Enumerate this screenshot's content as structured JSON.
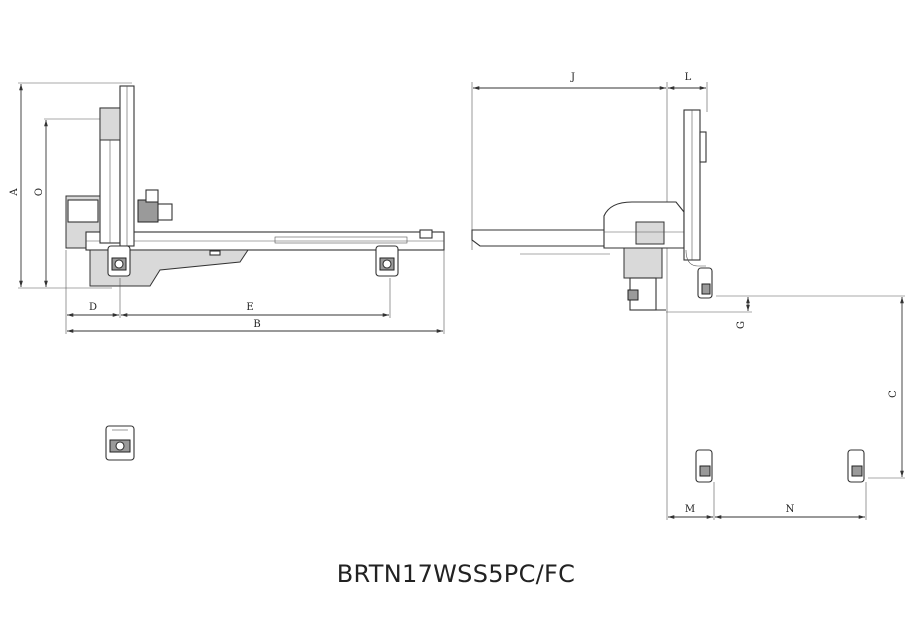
{
  "model_name": "BRTN17WSS5PC/FC",
  "dimension_labels": {
    "a": "A",
    "o": "O",
    "d": "D",
    "e": "E",
    "b": "B",
    "j": "J",
    "l": "L",
    "g": "G",
    "c": "C",
    "m": "M",
    "n": "N"
  },
  "colors": {
    "line": "#333333",
    "shade": "#d9d9d9",
    "dark": "#9a9a9a"
  }
}
